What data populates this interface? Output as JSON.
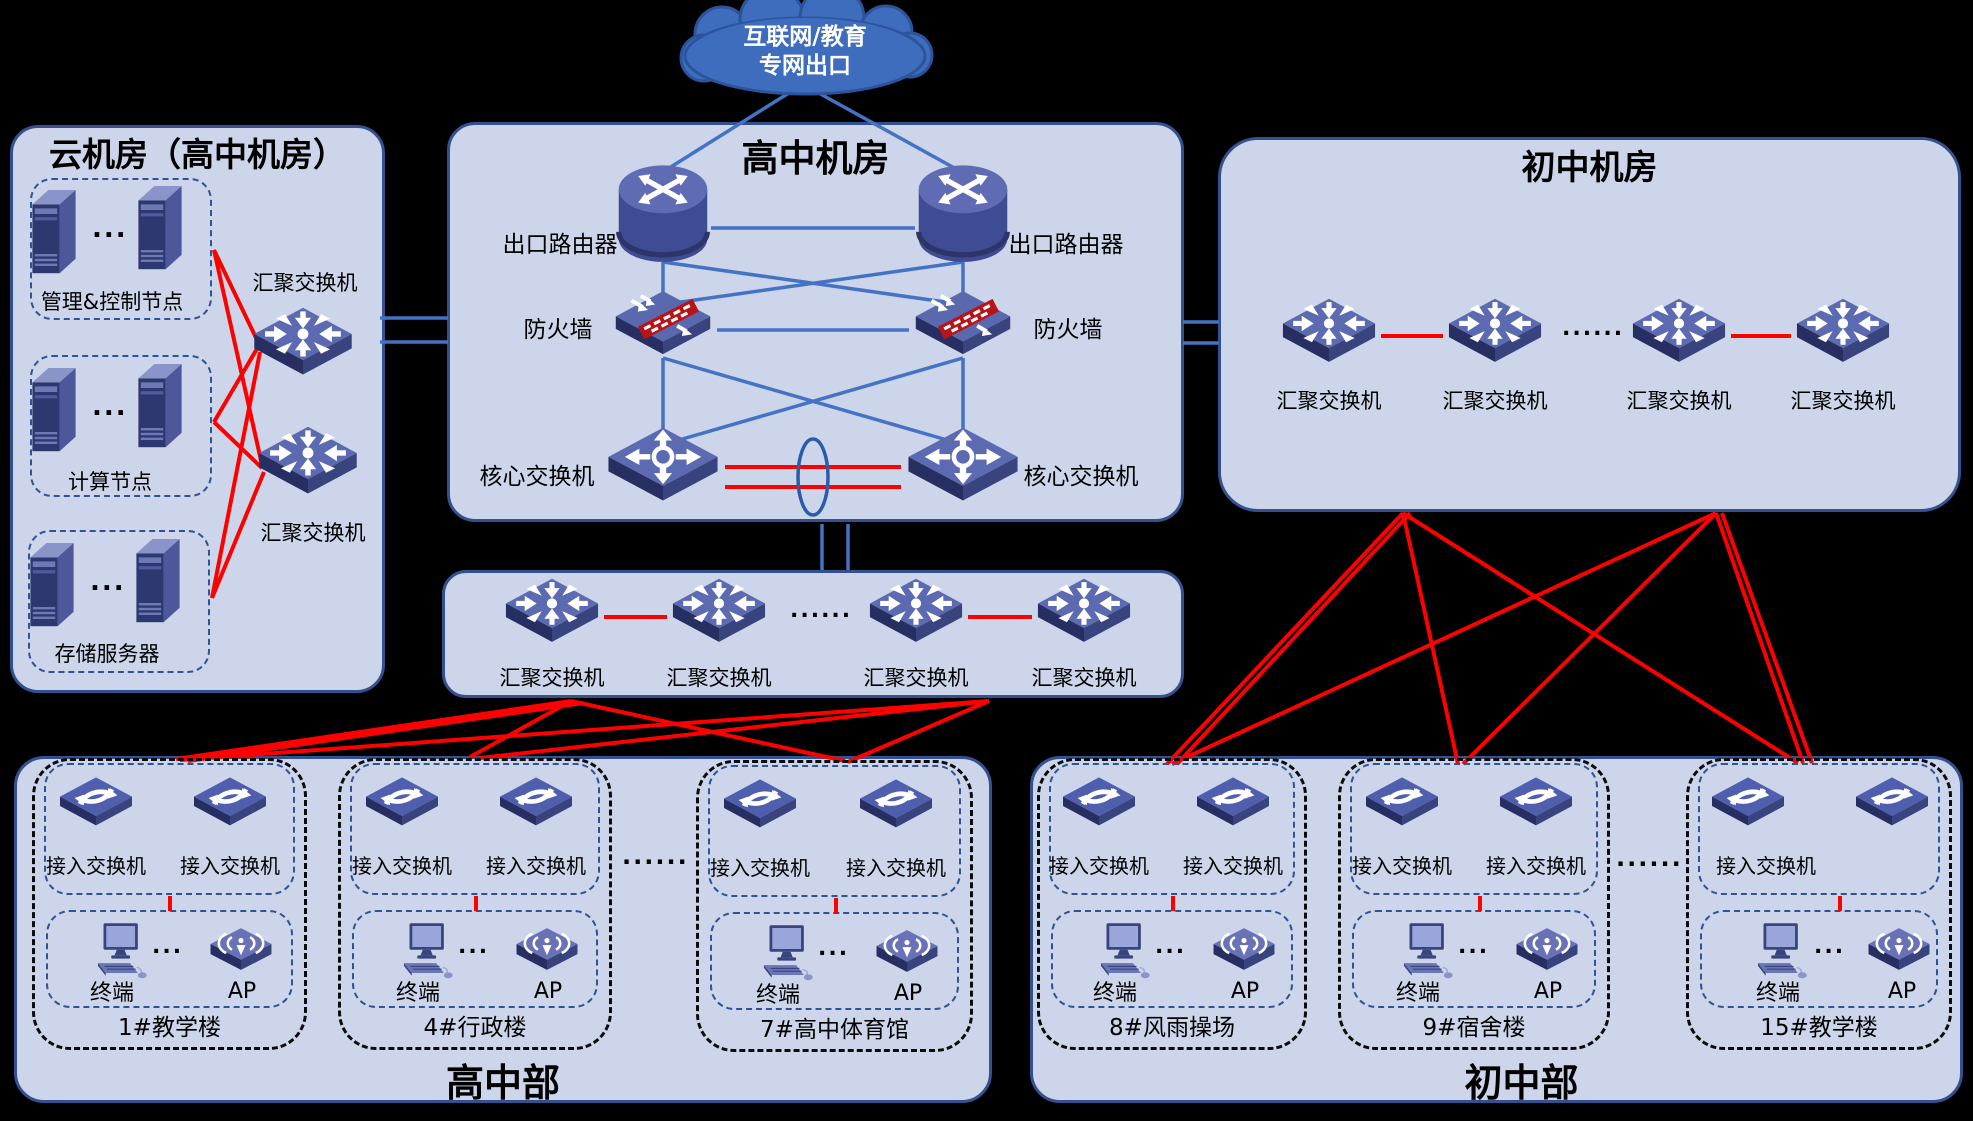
{
  "colors": {
    "box_fill": "#ccd5e9",
    "box_border": "#33518e",
    "line_blue": "#4472c4",
    "line_red": "#fe0000",
    "cloud_fill": "#3e6dbe",
    "cloud_border": "#2c549c",
    "inner_dash": "#2f5496",
    "text": "#000000"
  },
  "cloud_exit": {
    "line1": "互联网/教育",
    "line2": "专网出口"
  },
  "shared": {
    "agg_switch": "汇聚交换机",
    "access_switch": "接入交换机",
    "terminal": "终端",
    "ap": "AP",
    "router": "出口路由器",
    "firewall": "防火墙",
    "core_switch": "核心交换机",
    "dots_row": "......",
    "dots_small": "..."
  },
  "cloud_room": {
    "title": "云机房（高中机房）",
    "groups": [
      {
        "label": "管理&控制节点"
      },
      {
        "label": "计算节点"
      },
      {
        "label": "存储服务器"
      }
    ]
  },
  "hs_room": {
    "title": "高中机房"
  },
  "ms_room": {
    "title": "初中机房"
  },
  "hs_campus": {
    "title": "高中部",
    "buildings": [
      {
        "name": "1#教学楼"
      },
      {
        "name": "4#行政楼"
      },
      {
        "name": "7#高中体育馆"
      }
    ]
  },
  "ms_campus": {
    "title": "初中部",
    "buildings": [
      {
        "name": "8#风雨操场"
      },
      {
        "name": "9#宿舍楼"
      },
      {
        "name": "15#教学楼"
      }
    ]
  }
}
